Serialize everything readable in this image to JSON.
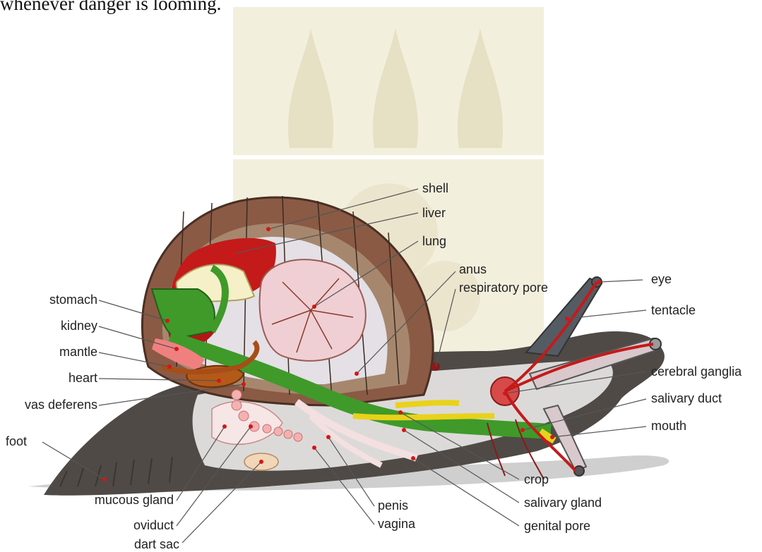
{
  "top_text": "whenever danger is looming.",
  "labels": {
    "shell": "shell",
    "liver": "liver",
    "lung": "lung",
    "anus": "anus",
    "respiratory_pore": "respiratory pore",
    "eye": "eye",
    "tentacle": "tentacle",
    "cerebral_ganglia": "cerebral ganglia",
    "salivary_duct": "salivary duct",
    "mouth": "mouth",
    "stomach": "stomach",
    "kidney": "kidney",
    "mantle": "mantle",
    "heart": "heart",
    "vas_deferens": "vas deferens",
    "foot": "foot",
    "mucous_gland": "mucous gland",
    "oviduct": "oviduct",
    "dart_sac": "dart sac",
    "penis": "penis",
    "vagina": "vagina",
    "crop": "crop",
    "salivary_gland": "salivary gland",
    "genital_pore": "genital pore"
  },
  "colors": {
    "watermark": "#f2efdd",
    "foot_body": "#4f4a46",
    "shell": "#8a5a45",
    "digestive_green": "#3f9a2a",
    "yellow_gland": "#e8d21a",
    "red_organ": "#c41a1a",
    "lung_pink": "#efcfd4",
    "dot_red": "#d41616"
  }
}
